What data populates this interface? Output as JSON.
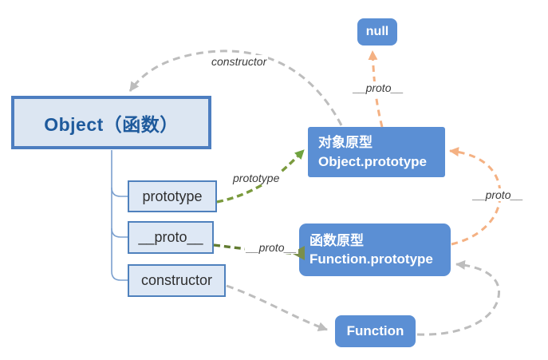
{
  "diagram": {
    "object": {
      "label": "Object（函数）"
    },
    "props": {
      "prototype": "prototype",
      "proto": "__proto__",
      "constructor": "constructor"
    },
    "object_prototype": {
      "title": "对象原型",
      "subtitle": "Object.prototype"
    },
    "function_prototype": {
      "title": "函数原型",
      "subtitle": "Function.prototype"
    },
    "null_node": {
      "label": "null"
    },
    "function_node": {
      "label": "Function"
    },
    "edge_labels": {
      "constructor": "constructor",
      "proto_top": "__proto__",
      "prototype": "prototype",
      "proto_left": "__proto__",
      "proto_right": "__proto__"
    },
    "colors": {
      "node_fill": "#5b8fd4",
      "node_text": "#ffffff",
      "object_border": "#4d7ec0",
      "object_fill": "#dce6f2",
      "object_text": "#1e5a9c",
      "prop_fill": "#dee8f5",
      "prop_border": "#4f81bd",
      "gray_arrow": "#bdbdbd",
      "orange_arrow": "#f4b183",
      "green_arrow": "#6fa33f",
      "olive_line": "#7a9a3d",
      "dark_olive_line": "#627c31",
      "olive_arrowhead": "#7b8f4b",
      "tree_connector": "#7ba0cf",
      "label_text": "#3b3b3b"
    }
  }
}
